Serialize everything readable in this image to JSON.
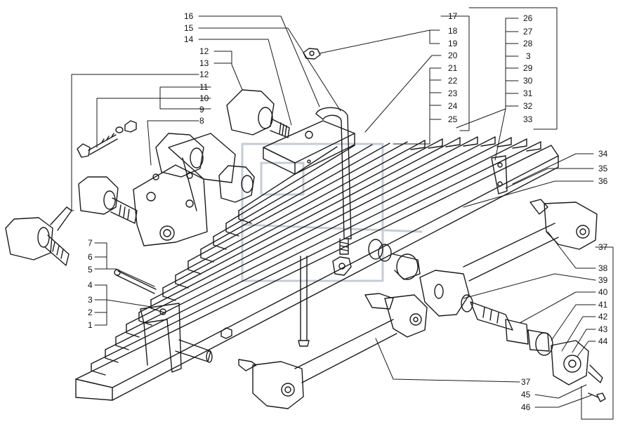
{
  "colors": {
    "ink": "#1a1a1a",
    "paper": "#ffffff",
    "watermark": "#7f8fa6"
  },
  "callouts": {
    "16": "16",
    "15": "15",
    "14": "14",
    "12a": "12",
    "13": "13",
    "12b": "12",
    "11": "11",
    "10": "10",
    "9": "9",
    "8": "8",
    "17": "17",
    "18": "18",
    "19": "19",
    "20": "20",
    "21": "21",
    "22": "22",
    "23": "23",
    "24": "24",
    "25": "25",
    "26": "26",
    "27": "27",
    "28": "28",
    "3a": "3",
    "29": "29",
    "30": "30",
    "31": "31",
    "32": "32",
    "33": "33",
    "34": "34",
    "35": "35",
    "36": "36",
    "37a": "37",
    "38": "38",
    "39": "39",
    "40": "40",
    "41": "41",
    "42": "42",
    "43": "43",
    "44": "44",
    "45": "45",
    "46": "46",
    "37b": "37",
    "7": "7",
    "6": "6",
    "5": "5",
    "4": "4",
    "3b": "3",
    "2": "2",
    "1": "1"
  }
}
